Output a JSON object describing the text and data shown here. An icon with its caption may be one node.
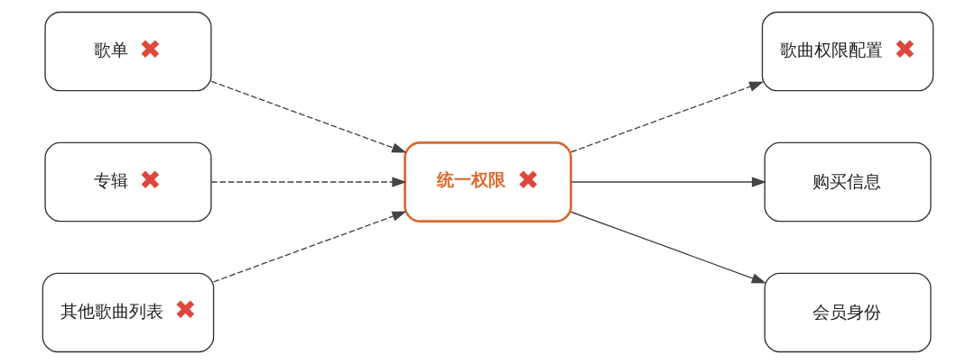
{
  "diagram": {
    "nodes": [
      {
        "text": [
          "歌单",
          "✖"
        ]
      },
      {
        "text": [
          "专辑",
          "✖"
        ]
      },
      {
        "text": [
          "其他歌曲列表",
          "✖"
        ]
      },
      {
        "text": [
          "统一权限",
          "✖"
        ]
      },
      {
        "text": [
          "歌曲权限配置",
          "✖"
        ]
      },
      {
        "text": [
          "购买信息"
        ]
      },
      {
        "text": [
          "会员身份"
        ]
      }
    ],
    "edges": [
      {
        "from": 0,
        "to": 3,
        "arrow": "to",
        "style": "dashed"
      },
      {
        "from": 1,
        "to": 3,
        "arrow": "to",
        "style": "dashed"
      },
      {
        "from": 2,
        "to": 3,
        "arrow": "to",
        "style": "dashed"
      },
      {
        "from": 3,
        "to": 4,
        "arrow": "to",
        "style": "dashed"
      },
      {
        "from": 3,
        "to": 5,
        "arrow": "to"
      },
      {
        "from": 3,
        "to": 6,
        "arrow": "to"
      }
    ]
  }
}
